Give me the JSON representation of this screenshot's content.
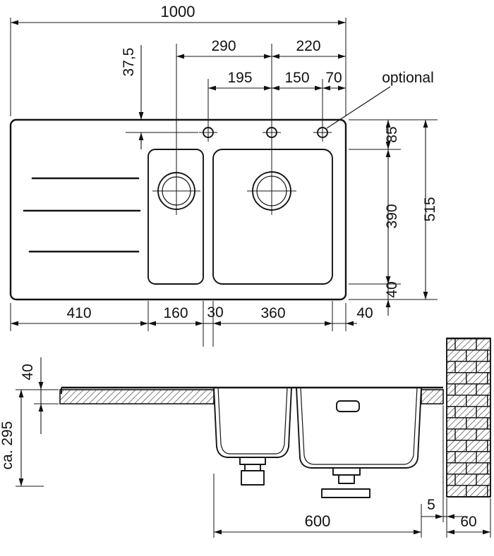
{
  "top_view": {
    "overall_width": "1000",
    "tap_hole_offset": "37,5",
    "span_290": "290",
    "span_220": "220",
    "span_195": "195",
    "span_150": "150",
    "span_70": "70",
    "optional_label": "optional",
    "rim_to_bowl": "85",
    "bowl_depth": "390",
    "bowl_to_edge": "40",
    "overall_depth": "515",
    "drainer_width": "410",
    "small_bowl_width": "160",
    "bowl_gap": "30",
    "main_bowl_width": "360",
    "right_margin": "40"
  },
  "section_view": {
    "worktop_thickness": "40",
    "installation_depth": "ca. 295",
    "base_width": "600",
    "wall_gap": "5",
    "wall_thickness": "60"
  }
}
